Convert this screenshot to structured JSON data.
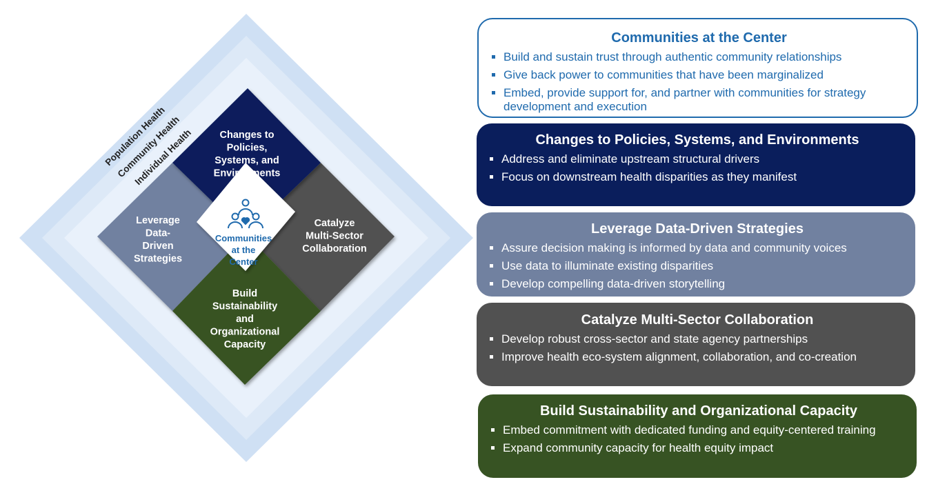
{
  "diagram": {
    "rings": [
      "Population Health",
      "Community Health",
      "Individual Health"
    ],
    "center": {
      "lines": [
        "Communities",
        "at the",
        "Center"
      ],
      "icon": "people-heart-icon"
    },
    "top": {
      "lines": [
        "Changes to",
        "Policies,",
        "Systems, and",
        "Environments"
      ]
    },
    "left": {
      "lines": [
        "Leverage",
        "Data-",
        "Driven",
        "Strategies"
      ]
    },
    "right": {
      "lines": [
        "Catalyze",
        "Multi-Sector",
        "Collaboration"
      ]
    },
    "bottom": {
      "lines": [
        "Build",
        "Sustainability",
        "and",
        "Organizational",
        "Capacity"
      ]
    },
    "colors": {
      "outer_ring": "#cfe0f4",
      "mid_ring": "#dde9f7",
      "inner_ring": "#e9f1fb",
      "top": "#0a1e5c",
      "left": "#7181a0",
      "right": "#515151",
      "bottom": "#375323",
      "center_text": "#1f6aad"
    }
  },
  "boxes": {
    "center": {
      "title": "Communities at the Center",
      "bullets": [
        "Build and sustain trust through authentic community relationships",
        "Give back power to communities that have been marginalized",
        "Embed, provide support for, and partner with communities for strategy development and execution"
      ]
    },
    "policies": {
      "title": "Changes to Policies, Systems, and Environments",
      "bullets": [
        "Address and eliminate upstream structural drivers",
        "Focus on downstream health disparities as they manifest"
      ]
    },
    "data": {
      "title": "Leverage Data-Driven Strategies",
      "bullets": [
        "Assure decision making is informed by data and community voices",
        "Use data to illuminate existing disparities",
        "Develop compelling data-driven storytelling"
      ]
    },
    "collab": {
      "title": "Catalyze Multi-Sector Collaboration",
      "bullets": [
        "Develop robust cross-sector and state agency partnerships",
        "Improve health eco-system alignment, collaboration, and co-creation"
      ]
    },
    "capacity": {
      "title": "Build Sustainability and Organizational Capacity",
      "bullets": [
        "Embed commitment with dedicated funding and equity-centered training",
        "Expand community capacity for health equity impact"
      ]
    }
  }
}
